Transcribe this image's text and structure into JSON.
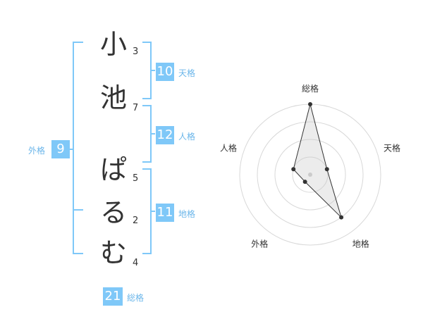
{
  "name": {
    "chars": [
      {
        "char": "小",
        "strokes": "3"
      },
      {
        "char": "池",
        "strokes": "7"
      },
      {
        "char": "ぱ",
        "strokes": "5"
      },
      {
        "char": "る",
        "strokes": "2"
      },
      {
        "char": "む",
        "strokes": "4"
      }
    ]
  },
  "kakusu": {
    "tenkaku": {
      "value": "10",
      "label": "天格"
    },
    "jinkaku": {
      "value": "12",
      "label": "人格"
    },
    "chikaku": {
      "value": "11",
      "label": "地格"
    },
    "gaikaku": {
      "value": "9",
      "label": "外格"
    },
    "soukaku": {
      "value": "21",
      "label": "総格"
    }
  },
  "colors": {
    "accent": "#7fc8f8",
    "label": "#6bb6ea",
    "text": "#333333"
  },
  "chart_data": {
    "type": "radar",
    "axes": [
      "総格",
      "天格",
      "地格",
      "外格",
      "人格"
    ],
    "values": [
      4,
      1,
      3,
      0.5,
      1
    ],
    "rmax": 4,
    "rings": 4
  }
}
